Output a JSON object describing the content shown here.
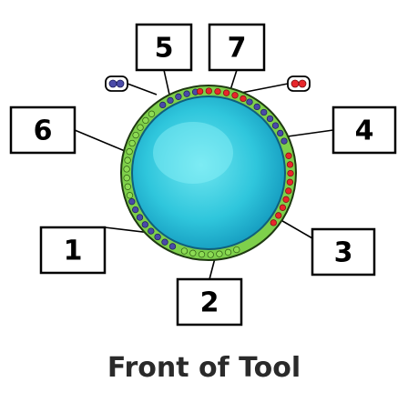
{
  "caption": "Front of Tool",
  "colors": {
    "tool_face_center": "#5fe0ec",
    "tool_face_edge": "#17a8c8",
    "band_green": "#7ed04b",
    "dot_green": "#8ddc54",
    "dot_blue": "#4a4aa8",
    "dot_red": "#e8262b"
  },
  "labels": [
    {
      "id": "1",
      "text": "1",
      "dot_color": "blue"
    },
    {
      "id": "2",
      "text": "2",
      "dot_color": "green"
    },
    {
      "id": "3",
      "text": "3",
      "dot_color": "red"
    },
    {
      "id": "4",
      "text": "4",
      "dot_color": "blue"
    },
    {
      "id": "5",
      "text": "5",
      "dot_color": "blue"
    },
    {
      "id": "6",
      "text": "6",
      "dot_color": "green"
    },
    {
      "id": "7",
      "text": "7",
      "dot_color": "red"
    }
  ],
  "legend_chips": [
    {
      "id": "blue-chip",
      "dot_color": "blue"
    },
    {
      "id": "red-chip",
      "dot_color": "red"
    }
  ]
}
